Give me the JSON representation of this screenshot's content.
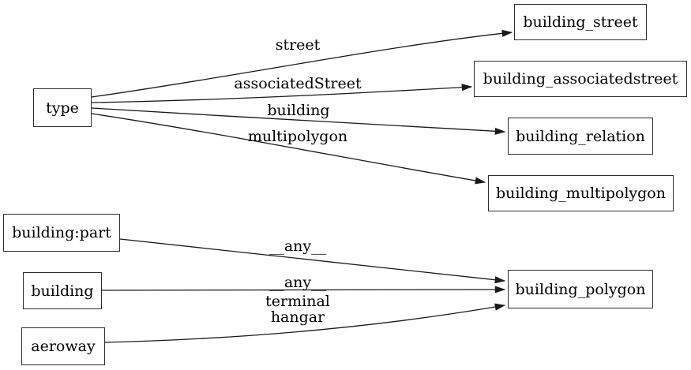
{
  "diagram": {
    "background": "#ffffff",
    "node_fill": "#ffffff",
    "node_border_color": "#2e2e2e",
    "edge_color": "#1a1a1a",
    "text_color": "#000000",
    "nodes": [
      {
        "id": "type",
        "label": "type"
      },
      {
        "id": "building_street",
        "label": "building_street"
      },
      {
        "id": "building_associatedstreet",
        "label": "building_associatedstreet"
      },
      {
        "id": "building_relation",
        "label": "building_relation"
      },
      {
        "id": "building_multipolygon",
        "label": "building_multipolygon"
      },
      {
        "id": "building:part",
        "label": "building:part"
      },
      {
        "id": "building",
        "label": "building"
      },
      {
        "id": "aeroway",
        "label": "aeroway"
      },
      {
        "id": "building_polygon",
        "label": "building_polygon"
      }
    ],
    "edges": [
      {
        "from": "type",
        "to": "building_street",
        "label_lines": [
          "street"
        ]
      },
      {
        "from": "type",
        "to": "building_associatedstreet",
        "label_lines": [
          "associatedStreet"
        ]
      },
      {
        "from": "type",
        "to": "building_relation",
        "label_lines": [
          "building"
        ]
      },
      {
        "from": "type",
        "to": "building_multipolygon",
        "label_lines": [
          "multipolygon"
        ]
      },
      {
        "from": "building:part",
        "to": "building_polygon",
        "label_lines": [
          "__any__"
        ]
      },
      {
        "from": "building",
        "to": "building_polygon",
        "label_lines": [
          "__any__"
        ]
      },
      {
        "from": "aeroway",
        "to": "building_polygon",
        "label_lines": [
          "terminal",
          "hangar"
        ]
      }
    ]
  }
}
